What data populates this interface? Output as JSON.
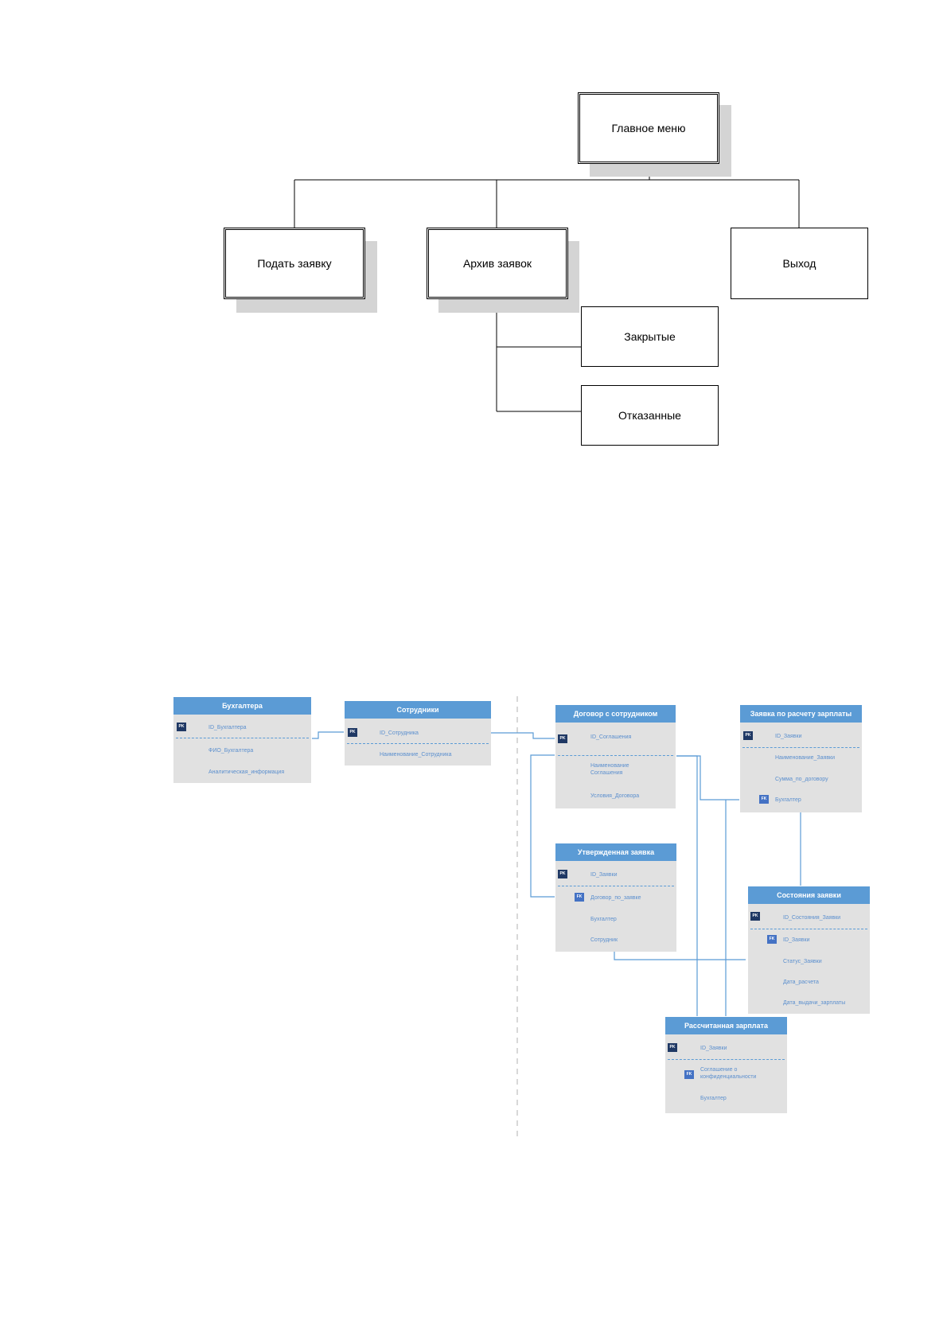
{
  "menu_diagram": {
    "root": "Главное меню",
    "items": [
      "Подать заявку",
      "Архив заявок",
      "Выход"
    ],
    "archive_children": [
      "Закрытые",
      "Отказанные"
    ]
  },
  "er_diagram": {
    "entities": {
      "accountants": {
        "title": "Бухгалтера",
        "pk_key": "PK",
        "fields": [
          "ID_Бухгалтера",
          "ФИО_Бухгалтера",
          "Аналитическая_информация"
        ]
      },
      "employees": {
        "title": "Сотрудники",
        "pk_key": "PK",
        "fields": [
          "ID_Сотрудника",
          "Наименование_Сотрудника"
        ]
      },
      "contract": {
        "title": "Договор с сотрудником",
        "pk_key": "PK",
        "fields": [
          "ID_Соглашения",
          "Наименование Соглашения",
          "Условия_Договора"
        ]
      },
      "payroll_request": {
        "title": "Заявка по расчету зарплаты",
        "pk_key": "PK",
        "fk_key": "FK",
        "fields": [
          "ID_Заявки",
          "Наименование_Заявки",
          "Сумма_по_договору",
          "Бухгалтер"
        ]
      },
      "approved_request": {
        "title": "Утвержденная заявка",
        "pk_key": "PK",
        "fk_key": "FK",
        "fields": [
          "ID_Заявки",
          "Договор_по_заявке",
          "Бухгалтер",
          "Сотрудник"
        ]
      },
      "request_state": {
        "title": "Состояния заявки",
        "pk_key": "PK",
        "fk_key": "FK",
        "fields": [
          "ID_Состояния_Заявки",
          "ID_Заявки",
          "Статус_Заявки",
          "Дата_расчета",
          "Дата_выдачи_зарплаты"
        ]
      },
      "calculated_salary": {
        "title": "Рассчитанная зарплата",
        "pk_key": "PK",
        "fk_key": "FK",
        "fields": [
          "ID_Заявки",
          "Соглашение о конфиденциальности",
          "Бухгалтер"
        ]
      }
    }
  }
}
